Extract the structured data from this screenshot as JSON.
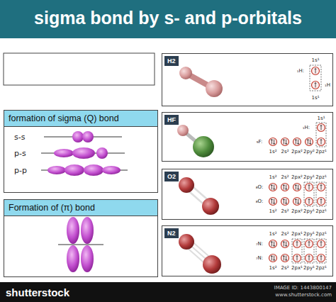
{
  "diagram": {
    "title": "sigma bond by s- and p-orbitals",
    "nodes": [
      {
        "text": [
          "formation of sigma (Q) bond"
        ]
      },
      {
        "text": [
          "Formation of (π) bond"
        ]
      },
      {
        "text": [
          "H2"
        ]
      },
      {
        "text": [
          "HF"
        ]
      },
      {
        "text": [
          "O2"
        ]
      },
      {
        "text": [
          "N2"
        ]
      }
    ],
    "labels": [
      "s-s",
      "p-s",
      "p-p",
      "₁H:",
      "₁H",
      "1s¹",
      "1s¹",
      "1s¹",
      "₁H:",
      "₉F:",
      "1s²",
      "2s²",
      "2px²",
      "2py²",
      "2pz¹",
      "₈O:",
      "₈O:",
      "1s²",
      "2s²",
      "2px²",
      "2py¹",
      "2pz¹",
      "1s²",
      "2s²",
      "2px²",
      "2py¹",
      "2pz¹",
      "₇N:",
      "₇N:",
      "1s²",
      "2s²",
      "2px¹",
      "2py¹",
      "2pz¹",
      "1s²",
      "2s²",
      "2px¹",
      "2py¹",
      "2pz¹",
      "shutterstock",
      "IMAGE ID: 1443800147",
      "www.shutterstock.com"
    ]
  }
}
